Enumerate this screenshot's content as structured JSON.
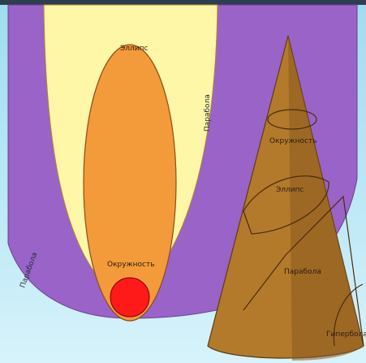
{
  "diagram": {
    "labels": {
      "ellipse_top": "Эллипс",
      "parabola_right": "Парабола",
      "parabola_left": "Парабола",
      "circle": "Окружность",
      "cone_circle": "Окружность",
      "cone_ellipse": "Эллипс",
      "cone_parabola": "Парабола",
      "cone_hyperbola": "Гипербола"
    },
    "colors": {
      "background": "#bfe9f6",
      "purple": "#9a63c8",
      "yellow": "#fff7a8",
      "orange": "#f39a3a",
      "red": "#ff1a1a",
      "cone_main": "#b37a2b",
      "cone_shadow": "#8b5a1f"
    }
  }
}
